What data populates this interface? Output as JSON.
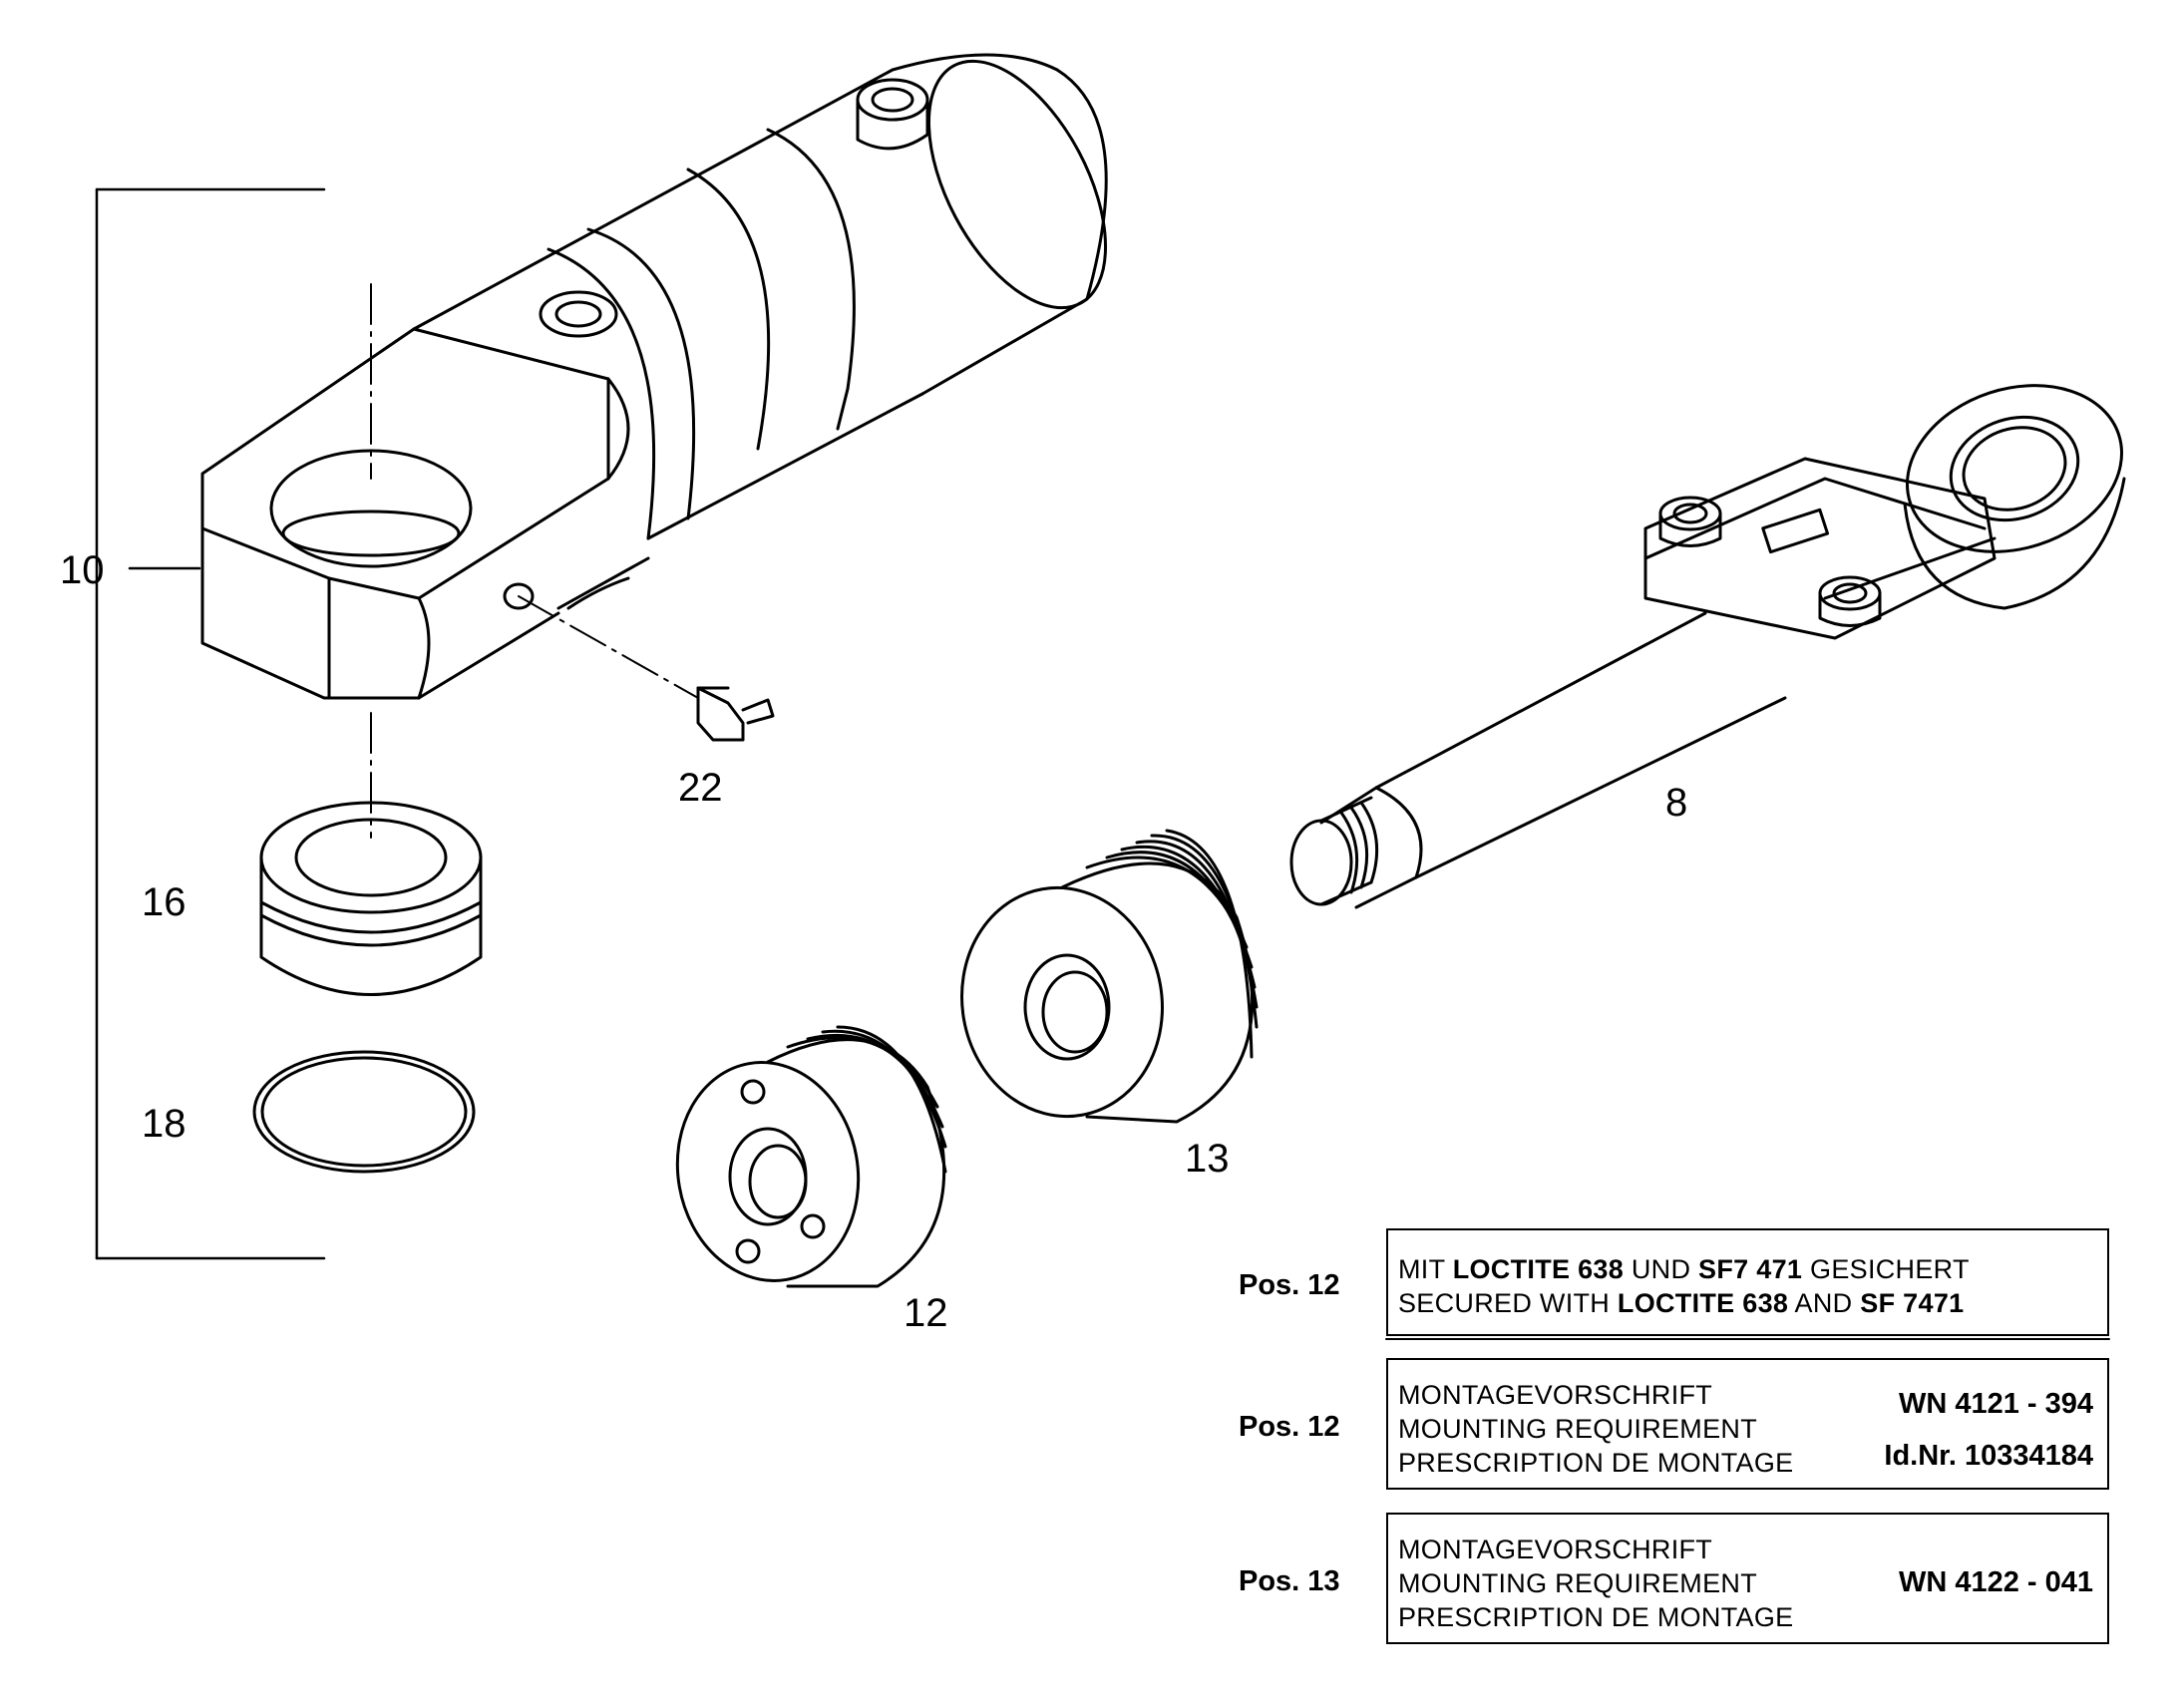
{
  "callouts": {
    "item_10": "10",
    "item_22": "22",
    "item_16": "16",
    "item_18": "18",
    "item_8": "8",
    "item_13": "13",
    "item_12": "12"
  },
  "notes": [
    {
      "pos_label": "Pos. 12",
      "line1": {
        "pre": "MIT ",
        "bold1": "LOCTITE 638",
        "mid": " UND ",
        "bold2": "SF7 471",
        "post": " GESICHERT"
      },
      "line2": {
        "pre": "SECURED WITH ",
        "bold1": "LOCTITE 638",
        "mid": " AND ",
        "bold2": "SF 7471",
        "post": ""
      }
    },
    {
      "pos_label": "Pos. 12",
      "lines": [
        "MONTAGEVORSCHRIFT",
        "MOUNTING REQUIREMENT",
        "PRESCRIPTION DE MONTAGE"
      ],
      "ref": "WN 4121 - 394",
      "id_nr": "Id.Nr. 10334184"
    },
    {
      "pos_label": "Pos. 13",
      "lines": [
        "MONTAGEVORSCHRIFT",
        "MOUNTING REQUIREMENT",
        "PRESCRIPTION DE MONTAGE"
      ],
      "ref": "WN 4122 - 041"
    }
  ]
}
